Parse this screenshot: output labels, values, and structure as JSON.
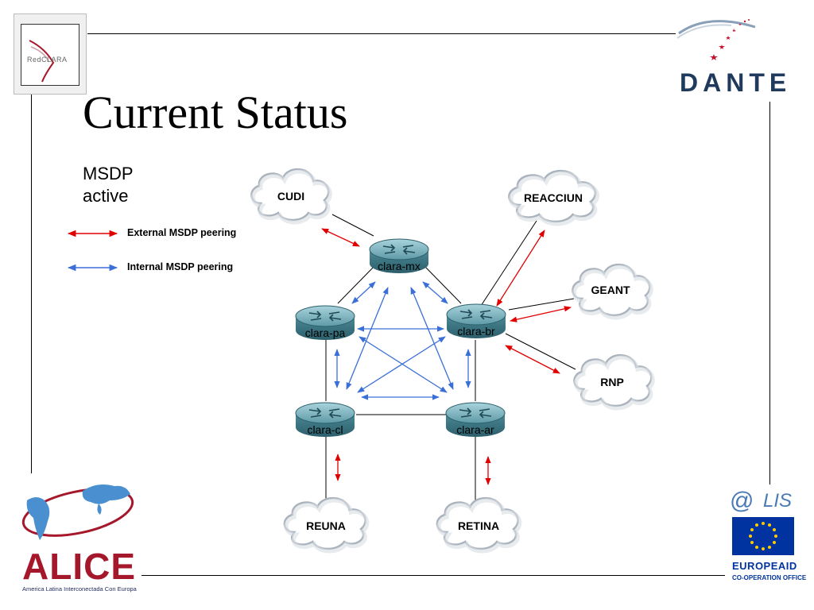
{
  "slide": {
    "title": "Current Status",
    "subtitle_lines": [
      "MSDP",
      "active"
    ]
  },
  "legend": {
    "external": {
      "label": "External MSDP peering",
      "color": "#e00000"
    },
    "internal": {
      "label": "Internal MSDP peering",
      "color": "#3a6fd8"
    }
  },
  "clouds": {
    "cudi": "CUDI",
    "reacciun": "REACCIUN",
    "geant": "GEANT",
    "rnp": "RNP",
    "reuna": "REUNA",
    "retina": "RETINA"
  },
  "routers": {
    "mx": "clara-mx",
    "pa": "clara-pa",
    "br": "clara-br",
    "cl": "clara-cl",
    "ar": "clara-ar"
  },
  "logos": {
    "redclara": "RedCLARA",
    "dante": "DANTE",
    "alice": "ALICE",
    "alice_tagline": "America Latina Interconectada Con Europa",
    "alis": "LIS",
    "europeaid": "EUROPEAID",
    "europeaid_sub": "CO-OPERATION OFFICE"
  },
  "colors": {
    "router_body": "#3f7f8c",
    "cloud_fill": "#ffffff",
    "dante_blue": "#1f3a5c",
    "alice_red": "#a5182c",
    "eu_blue": "#0033a0"
  }
}
